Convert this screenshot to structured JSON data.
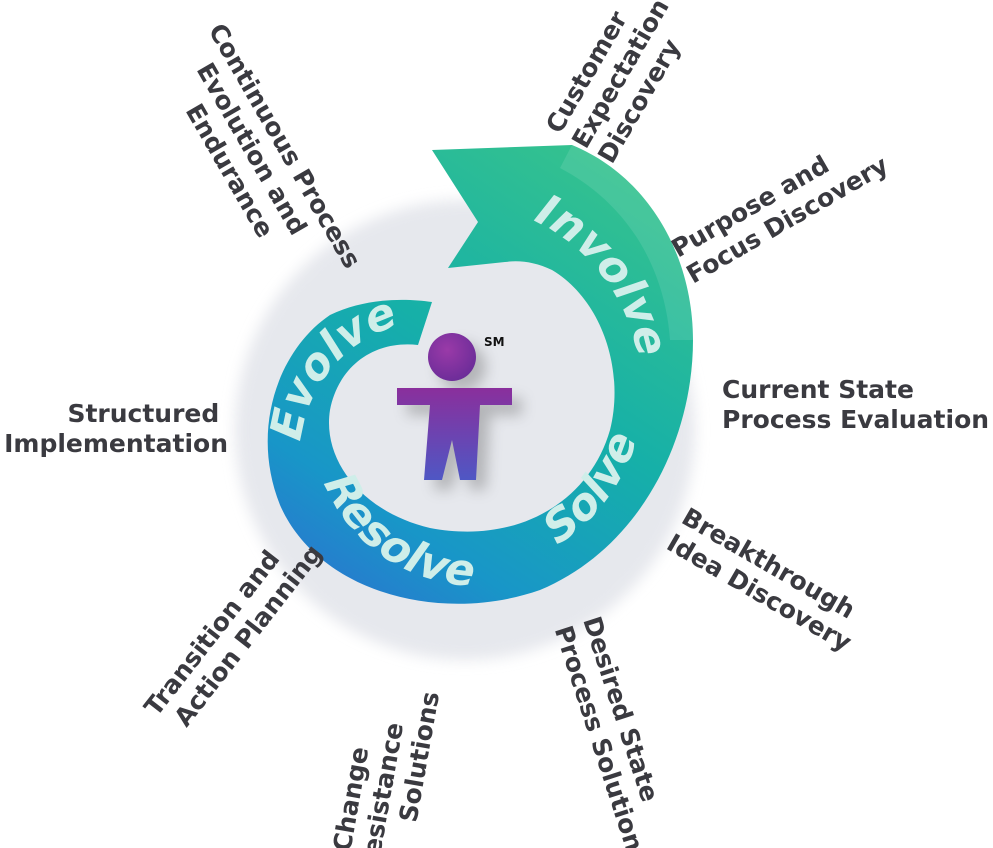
{
  "diagram": {
    "trademark": "SM",
    "spiral_words": [
      "Involve",
      "Solve",
      "Resolve",
      "Evolve"
    ],
    "labels": [
      {
        "id": "customer-expectation-discovery",
        "lines": [
          "Customer",
          "Expectation",
          "Discovery"
        ]
      },
      {
        "id": "purpose-focus-discovery",
        "lines": [
          "Purpose and",
          "Focus Discovery"
        ]
      },
      {
        "id": "current-state-process-evaluation",
        "lines": [
          "Current State",
          "Process Evaluation"
        ]
      },
      {
        "id": "breakthrough-idea-discovery",
        "lines": [
          "Breakthrough",
          "Idea Discovery"
        ]
      },
      {
        "id": "desired-state-process-solution",
        "lines": [
          "Desired State",
          "Process Solution"
        ]
      },
      {
        "id": "change-resistance-solutions",
        "lines": [
          "Change",
          "Resistance",
          "Solutions"
        ]
      },
      {
        "id": "transition-action-planning",
        "lines": [
          "Transition and",
          "Action Planning"
        ]
      },
      {
        "id": "structured-implementation",
        "lines": [
          "Structured",
          "Implementation"
        ]
      },
      {
        "id": "continuous-process-evolution",
        "lines": [
          "Continuous Process",
          "Evolution and",
          "Endurance"
        ]
      }
    ],
    "colors": {
      "spiral_green": "#20b58f",
      "spiral_teal": "#1aa3b8",
      "spiral_blue": "#1c7fce",
      "figure_purple": "#7b3aa0",
      "figure_violet": "#5a4fc0",
      "label_text": "#3a3a40"
    }
  }
}
